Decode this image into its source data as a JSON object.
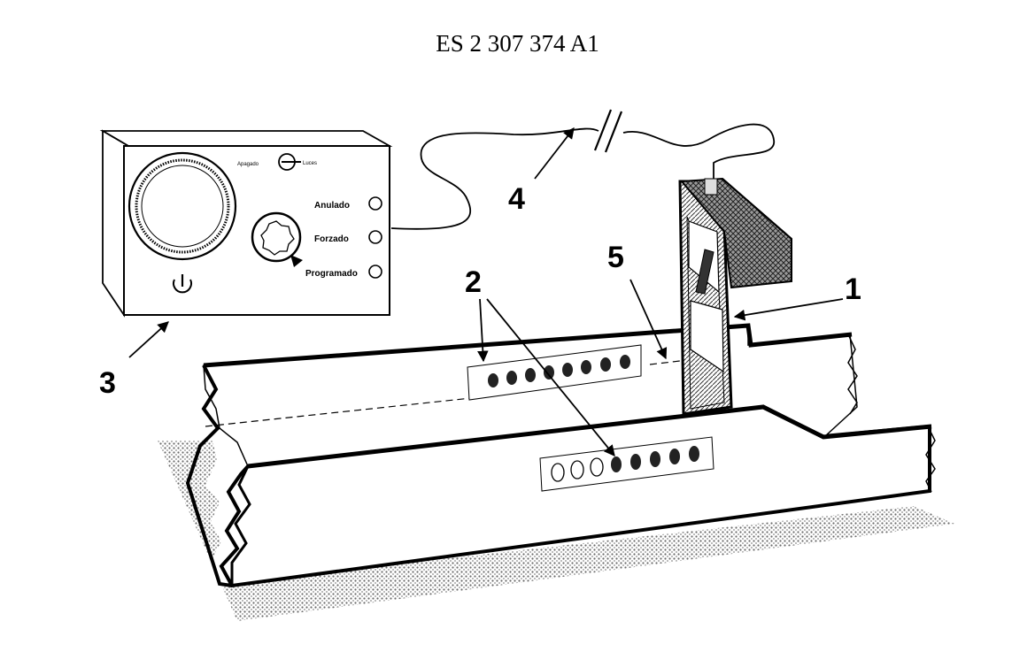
{
  "header": {
    "patent_number": "ES 2 307 374 A1"
  },
  "control_box": {
    "mode_labels": {
      "left": "Apagado",
      "right": "Luces"
    },
    "indicators": [
      {
        "label": "Anulado"
      },
      {
        "label": "Forzado"
      },
      {
        "label": "Programado"
      }
    ]
  },
  "reference_numerals": {
    "barrier": "1",
    "sensors": "2",
    "control_unit": "3",
    "cable": "4",
    "beam": "5"
  },
  "colors": {
    "line": "#000000",
    "background": "#ffffff",
    "shading": "#777777"
  },
  "icons": {
    "power_button": "power-icon",
    "cable_break": "break-mark-icon"
  }
}
